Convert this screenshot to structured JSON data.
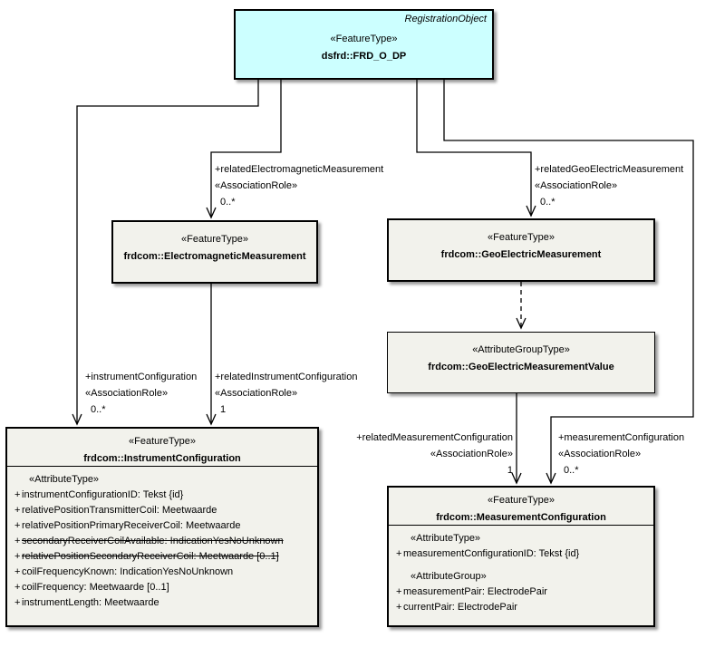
{
  "colors": {
    "highlight_fill": "#CCFFFF",
    "node_fill": "#F2F2EC",
    "line": "#000000"
  },
  "nodes": {
    "frd": {
      "corner_label": "RegistrationObject",
      "stereotype": "«FeatureType»",
      "name": "dsfrd::FRD_O_DP"
    },
    "electromagnetic_measurement": {
      "stereotype": "«FeatureType»",
      "name": "frdcom::ElectromagneticMeasurement"
    },
    "geoelectric_measurement": {
      "stereotype": "«FeatureType»",
      "name": "frdcom::GeoElectricMeasurement"
    },
    "geoelectric_measurement_value": {
      "stereotype": "«AttributeGroupType»",
      "name": "frdcom::GeoElectricMeasurementValue"
    },
    "instrument_configuration": {
      "stereotype": "«FeatureType»",
      "name": "frdcom::InstrumentConfiguration",
      "section_heading": "«AttributeType»",
      "attributes": [
        {
          "vis": "+",
          "text": "instrumentConfigurationID: Tekst {id}",
          "struck": false
        },
        {
          "vis": "+",
          "text": "relativePositionTransmitterCoil: Meetwaarde",
          "struck": false
        },
        {
          "vis": "+",
          "text": "relativePositionPrimaryReceiverCoil: Meetwaarde",
          "struck": false
        },
        {
          "vis": "+",
          "text": "secondaryReceiverCoilAvailable: IndicationYesNoUnknown",
          "struck": true
        },
        {
          "vis": "+",
          "text": "relativePositionSecondaryReceiverCoil: Meetwaarde [0..1]",
          "struck": true
        },
        {
          "vis": "+",
          "text": "coilFrequencyKnown: IndicationYesNoUnknown",
          "struck": false
        },
        {
          "vis": "+",
          "text": "coilFrequency: Meetwaarde [0..1]",
          "struck": false
        },
        {
          "vis": "+",
          "text": "instrumentLength: Meetwaarde",
          "struck": false
        }
      ]
    },
    "measurement_configuration": {
      "stereotype": "«FeatureType»",
      "name": "frdcom::MeasurementConfiguration",
      "sections": [
        {
          "heading": "«AttributeType»",
          "attributes": [
            {
              "vis": "+",
              "text": "measurementConfigurationID: Tekst {id}"
            }
          ]
        },
        {
          "heading": "«AttributeGroup»",
          "attributes": [
            {
              "vis": "+",
              "text": "measurementPair: ElectrodePair"
            },
            {
              "vis": "+",
              "text": "currentPair: ElectrodePair"
            }
          ]
        }
      ]
    }
  },
  "edge_labels": {
    "related_em": {
      "role": "+relatedElectromagneticMeasurement",
      "stereotype": "«AssociationRole»",
      "multiplicity": "0..*"
    },
    "related_gem": {
      "role": "+relatedGeoElectricMeasurement",
      "stereotype": "«AssociationRole»",
      "multiplicity": "0..*"
    },
    "instrument_configuration": {
      "role": "+instrumentConfiguration",
      "stereotype": "«AssociationRole»",
      "multiplicity": "0..*"
    },
    "related_instrument_configuration": {
      "role": "+relatedInstrumentConfiguration",
      "stereotype": "«AssociationRole»",
      "multiplicity": "1"
    },
    "related_measurement_configuration": {
      "role": "+relatedMeasurementConfiguration",
      "stereotype": "«AssociationRole»",
      "multiplicity": "1"
    },
    "measurement_configuration": {
      "role": "+measurementConfiguration",
      "stereotype": "«AssociationRole»",
      "multiplicity": "0..*"
    }
  }
}
